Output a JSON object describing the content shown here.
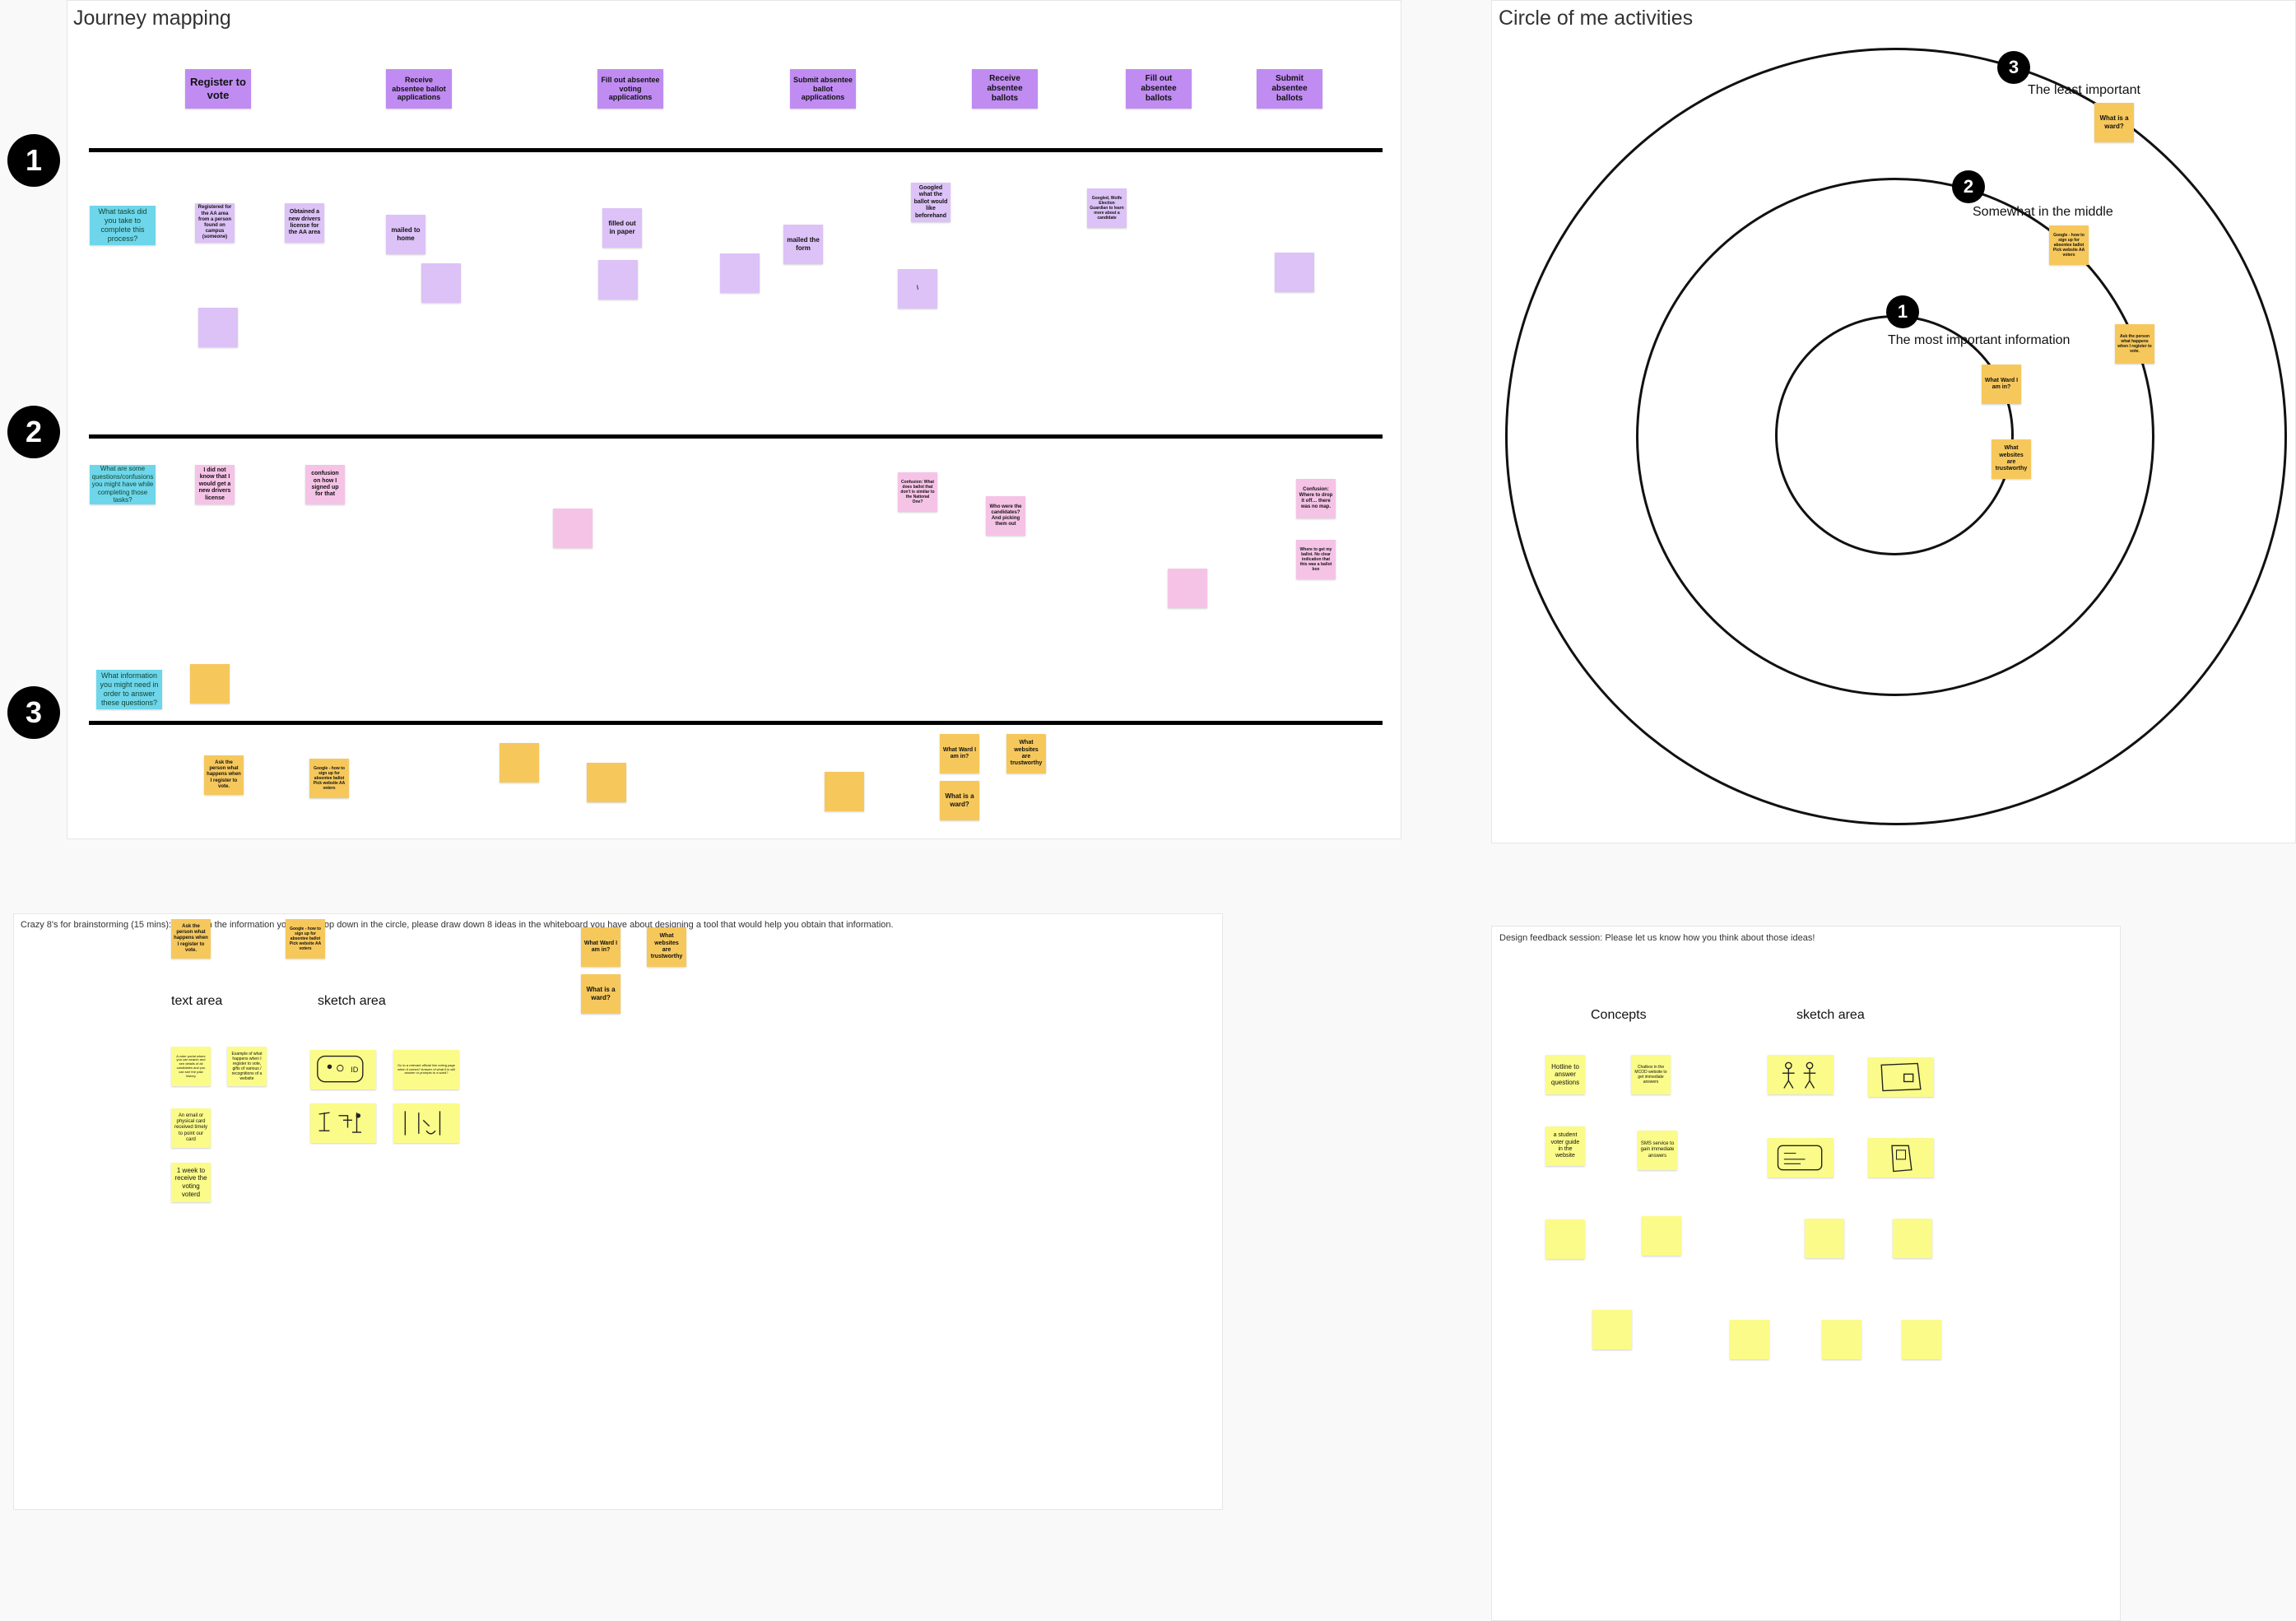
{
  "journey": {
    "title": "Journey mapping",
    "stages": [
      "Register to vote",
      "Receive absentee ballot applications",
      "Fill out absentee voting applications",
      "Submit absentee ballot applications",
      "Receive absentee ballots",
      "Fill out absentee ballots",
      "Submit absentee ballots"
    ],
    "row_badges": [
      "1",
      "2",
      "3"
    ],
    "questions": [
      "What tasks did you take to complete this process?",
      "What are some questions/confusions you might have while completing those tasks?",
      "What information you might need in order to answer these questions?"
    ],
    "tasks": [
      "Registered for the AA area from a person found on campus (someone)",
      "Obtained a new drivers license for the AA area",
      "mailed to home",
      "filled out in paper",
      "mailed the form",
      "Googled what the ballot would like beforehand",
      "\\",
      "Googled, Wolfe Election Guardian to learn more about a candidate"
    ],
    "confusions": [
      "I did not know that I would get a new drivers license",
      "confusion on how I signed up for that",
      "Confusion: What does ballot that don't is similar to the National One?",
      "Who were the candidates? And picking them out",
      "Confusion: Where to drop it off… there was no map.",
      "Where to get my ballot. No clear indication that this was a ballot box"
    ],
    "info": [
      "Ask the person what happens when I register to vote.",
      "Google - how to sign up for absentee ballot Pick website AA voters",
      "What Ward I am in?",
      "What websites are trustworthy",
      "What is a ward?"
    ]
  },
  "circle": {
    "title": "Circle of me activities",
    "rings": [
      {
        "badge": "1",
        "label": "The most important information"
      },
      {
        "badge": "2",
        "label": "Somewhat in the middle"
      },
      {
        "badge": "3",
        "label": "The least important"
      }
    ],
    "notes": [
      "What is a ward?",
      "Google - how to sign up for absentee ballot Pick website AA voters",
      "Ask the person what happens when I register to vote.",
      "What Ward I am in?",
      "What websites are trustworthy"
    ]
  },
  "crazy8": {
    "instruction": "Crazy 8's for brainstorming (15 mins): Based on the information you have drop down in the circle, please draw down 8 ideas in the whiteboard you have about designing a tool that would help you obtain that information.",
    "text_area_label": "text area",
    "sketch_area_label": "sketch area",
    "notes": [
      "Ask the person what happens when I register to vote.",
      "Google - how to sign up for absentee ballot Pick website AA voters",
      "What Ward I am in?",
      "What websites are trustworthy",
      "What is a ward?"
    ],
    "text_notes": [
      "A voter portal where you can search and see details of all candidates and you can see the past history",
      "Example of what happens when I register to vote, gifts of various / recognitions of a website",
      "An email or physical card received timely to point our card",
      "1 week to receive the voting voterd"
    ],
    "sketch_caption": "Go to a relevant official line voting page when it comes? Answer of what it is will answer or prompts to a ward?"
  },
  "feedback": {
    "instruction": "Design feedback session: Please let us know how you think about those ideas!",
    "concepts_label": "Concepts",
    "sketch_area_label": "sketch area",
    "concepts": [
      "Hotline to answer questions",
      "Chatbox in the MCOD website to get immediate answers",
      "a student voter guide in the website",
      "SMS service to gain immediate answers"
    ]
  },
  "colors": {
    "purple": "#c08cf2",
    "lavender": "#dcc2f7",
    "pink": "#f5c3e6",
    "cyan": "#6ed6ea",
    "orange": "#f6c85c",
    "yellow": "#fbfb8a"
  }
}
